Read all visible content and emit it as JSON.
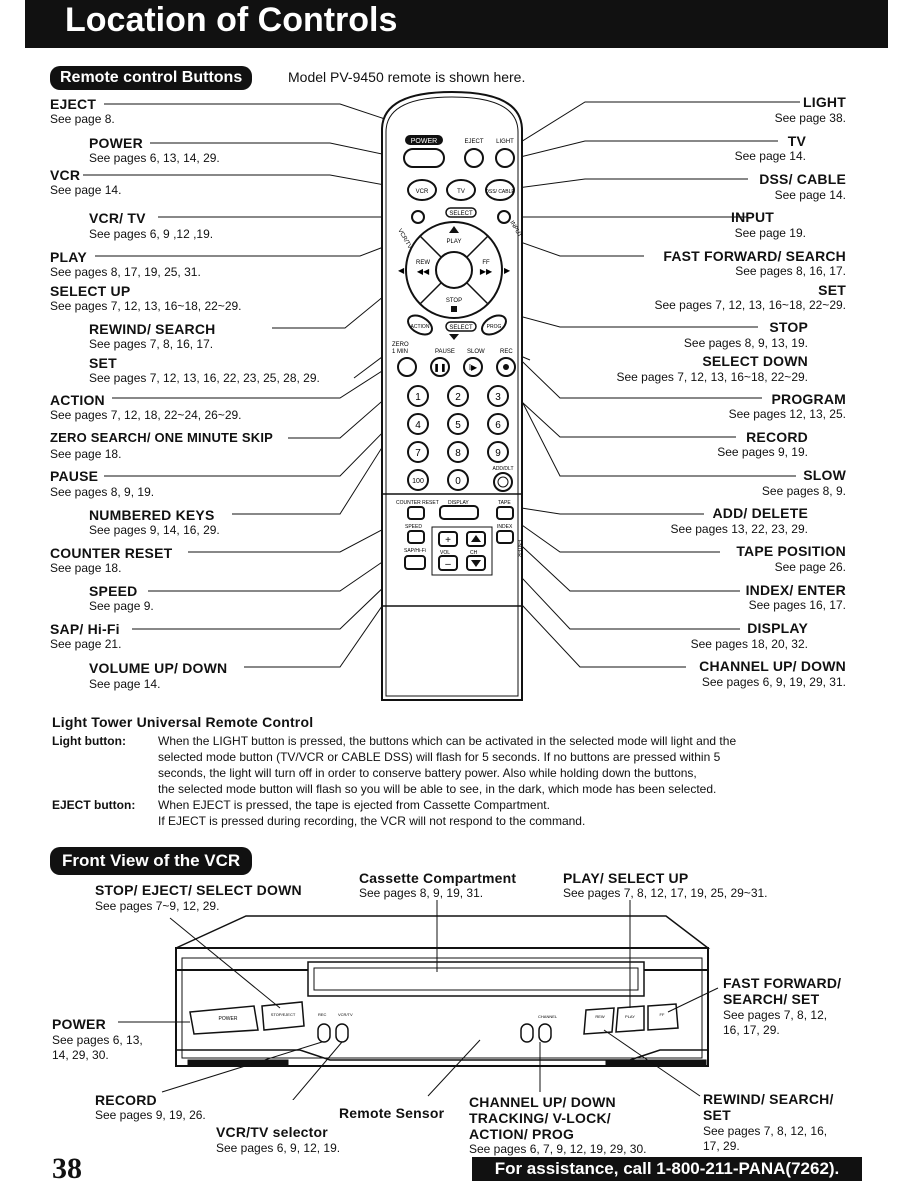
{
  "page_title": "Location of Controls",
  "remote_section": {
    "heading": "Remote control Buttons",
    "model_note": "Model PV-9450 remote is shown here."
  },
  "left_labels": [
    {
      "name": "EJECT",
      "ref": "See page 8."
    },
    {
      "name": "POWER",
      "ref": "See pages 6, 13, 14, 29."
    },
    {
      "name": "VCR",
      "ref": "See page 14."
    },
    {
      "name": "VCR/ TV",
      "ref": "See pages 6, 9 ,12 ,19."
    },
    {
      "name": "PLAY",
      "ref": "See pages 8, 17, 19, 25, 31."
    },
    {
      "name": "SELECT UP",
      "ref": "See pages 7, 12, 13, 16~18, 22~29."
    },
    {
      "name": "REWIND/ SEARCH",
      "ref": "See pages 7, 8, 16, 17."
    },
    {
      "name": "SET",
      "ref": "See pages 7, 12, 13, 16, 22, 23, 25, 28, 29."
    },
    {
      "name": "ACTION",
      "ref": "See pages 7, 12, 18, 22~24, 26~29."
    },
    {
      "name": "ZERO SEARCH/ ONE MINUTE SKIP",
      "ref": "See page 18."
    },
    {
      "name": "PAUSE",
      "ref": "See pages 8, 9, 19."
    },
    {
      "name": "NUMBERED KEYS",
      "ref": "See pages 9, 14, 16, 29."
    },
    {
      "name": "COUNTER RESET",
      "ref": "See page 18."
    },
    {
      "name": "SPEED",
      "ref": "See page 9."
    },
    {
      "name": "SAP/ Hi-Fi",
      "ref": "See page 21."
    },
    {
      "name": "VOLUME UP/ DOWN",
      "ref": "See page 14."
    }
  ],
  "right_labels": [
    {
      "name": "LIGHT",
      "ref": "See page 38."
    },
    {
      "name": "TV",
      "ref": "See page 14."
    },
    {
      "name": "DSS/ CABLE",
      "ref": "See page 14."
    },
    {
      "name": "INPUT",
      "ref": "See page 19."
    },
    {
      "name": "FAST FORWARD/ SEARCH",
      "ref": "See pages 8, 16, 17."
    },
    {
      "name": "SET",
      "ref": "See pages 7, 12, 13, 16~18, 22~29."
    },
    {
      "name": "STOP",
      "ref": "See pages 8, 9, 13, 19."
    },
    {
      "name": "SELECT DOWN",
      "ref": "See pages 7, 12, 13, 16~18, 22~29."
    },
    {
      "name": "PROGRAM",
      "ref": "See pages 12, 13, 25."
    },
    {
      "name": "RECORD",
      "ref": "See pages 9, 19."
    },
    {
      "name": "SLOW",
      "ref": "See pages 8, 9."
    },
    {
      "name": "ADD/ DELETE",
      "ref": "See pages 13, 22, 23, 29."
    },
    {
      "name": "TAPE POSITION",
      "ref": "See page 26."
    },
    {
      "name": "INDEX/ ENTER",
      "ref": "See pages 16, 17."
    },
    {
      "name": "DISPLAY",
      "ref": "See pages 18, 20, 32."
    },
    {
      "name": "CHANNEL UP/ DOWN",
      "ref": "See pages 6, 9, 19, 29, 31."
    }
  ],
  "remote_markings": {
    "power": "POWER",
    "eject": "EJECT",
    "light": "LIGHT",
    "vcr": "VCR",
    "tv": "TV",
    "dss": "DSS/ CABLE",
    "select": "SELECT",
    "play": "PLAY",
    "rew": "REW",
    "ff": "FF",
    "stop": "STOP",
    "set": "SET",
    "input": "INPUT",
    "vcrtv": "VCR/TV",
    "action": "ACTION",
    "prog": "PROG",
    "zero": "ZERO",
    "one_min": "1 MIN",
    "pause": "PAUSE",
    "slow": "SLOW",
    "rec": "REC",
    "add_dlt": "ADD/DLT",
    "counter_reset": "COUNTER RESET",
    "display": "DISPLAY",
    "tape": "TAPE",
    "speed": "SPEED",
    "index": "INDEX",
    "enter": "ENTER",
    "sap": "SAP/Hi-Fi",
    "vol": "VOL",
    "ch": "CH",
    "digits": [
      "1",
      "2",
      "3",
      "4",
      "5",
      "6",
      "7",
      "8",
      "9",
      "100",
      "0"
    ]
  },
  "light_tower": {
    "title": "Light Tower Universal Remote Control",
    "light_term": "Light button:",
    "light_lines": [
      "When the LIGHT button is pressed, the buttons which can be activated in the selected mode will light and the",
      "selected mode button (TV/VCR or CABLE DSS) will flash for 5 seconds. If no buttons are pressed within 5",
      "seconds, the light will turn off in order to conserve battery power. Also while holding down the buttons,",
      "the selected mode button will flash so you will be able to see, in the dark, which mode has been selected."
    ],
    "eject_term": "EJECT button:",
    "eject_lines": [
      "When EJECT is pressed, the tape is ejected from Cassette Compartment.",
      "If EJECT is pressed during recording, the VCR will not respond to the command."
    ]
  },
  "front_section": {
    "heading": "Front View of the VCR",
    "labels": [
      {
        "name": "STOP/ EJECT/ SELECT DOWN",
        "ref": "See pages 7~9, 12, 29."
      },
      {
        "name": "Cassette Compartment",
        "ref": "See pages 8, 9, 19, 31."
      },
      {
        "name": "PLAY/ SELECT UP",
        "ref": "See pages 7, 8, 12, 17, 19, 25, 29~31."
      },
      {
        "name": "FAST FORWARD/",
        "name2": "SEARCH/ SET",
        "ref": "See pages 7, 8, 12,",
        "ref2": "16, 17, 29."
      },
      {
        "name": "POWER",
        "ref": "See pages 6, 13,",
        "ref2": "14, 29, 30."
      },
      {
        "name": "RECORD",
        "ref": "See pages 9, 19, 26."
      },
      {
        "name": "Remote Sensor"
      },
      {
        "name": "VCR/TV selector",
        "ref": "See pages 6, 9, 12, 19."
      },
      {
        "name": "CHANNEL UP/ DOWN",
        "name2": "TRACKING/ V-LOCK/",
        "name3": "ACTION/ PROG",
        "ref": "See pages 6, 7, 9, 12, 19, 29, 30."
      },
      {
        "name": "REWIND/ SEARCH/",
        "name2": "SET",
        "ref": "See pages 7, 8, 12, 16,",
        "ref2": "17, 29."
      }
    ],
    "vcr_markings": {
      "power": "POWER",
      "stop_eject": "STOP/EJECT",
      "rec": "REC",
      "vcrtv": "VCR/TV",
      "channel": "CHANNEL",
      "rew": "REW",
      "play": "PLAY",
      "ff": "FF"
    }
  },
  "footer": {
    "page_number": "38",
    "assistance": "For assistance, call 1-800-211-PANA(7262)."
  }
}
